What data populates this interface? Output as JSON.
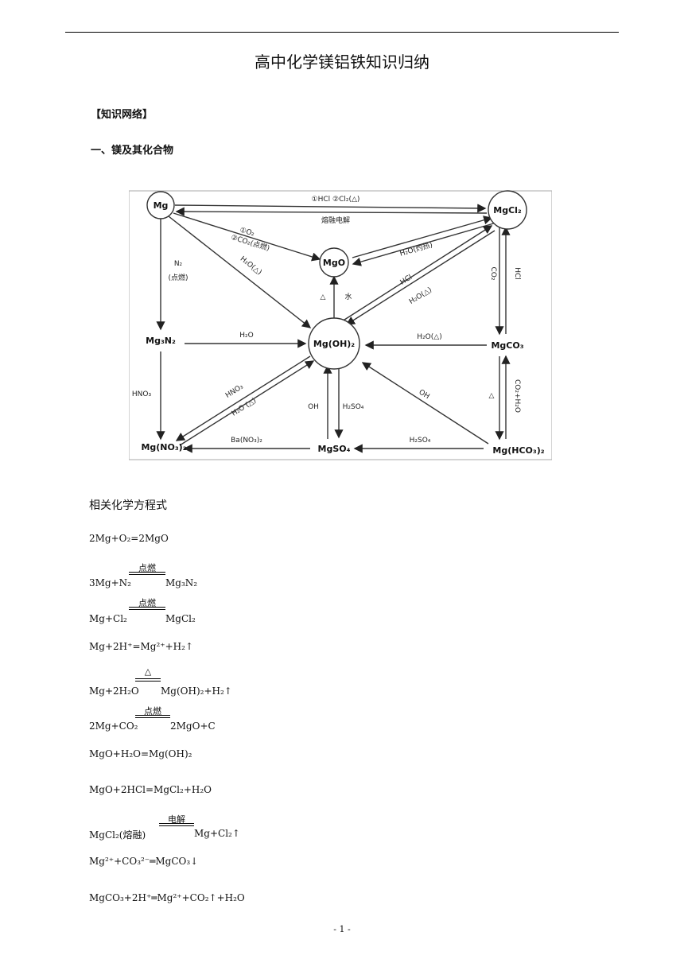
{
  "title": "高中化学镁铝铁知识归纳",
  "section_header": "【知识网络】",
  "section_one": "一、镁及其化合物",
  "diagram": {
    "nodes": {
      "mg": "Mg",
      "mgcl2": "MgCl₂",
      "mgo": "MgO",
      "mg3n2": "Mg₃N₂",
      "mgoh2": "Mg(OH)₂",
      "mgco3": "MgCO₃",
      "mgno32": "Mg(NO₃)₂",
      "mgso4": "MgSO₄",
      "mghco32": "Mg(HCO₃)₂"
    },
    "edges": {
      "mg_mgcl2_top": "①HCl  ②Cl₂(△)",
      "mgcl2_mg_bottom": "熔融电解",
      "mg_mgo_1": "①O₂",
      "mg_mgo_2": "②CO₂(点燃)",
      "mg_mgoh2": "H₂O(△)",
      "mg_mg3n2": "N₂",
      "mg_mg3n2_2": "(点燃)",
      "mgo_mgcl2": "H₂O(灼热)",
      "mgoh2_mgcl2_1": "HCl",
      "mgoh2_mgcl2_2": "H₂O(△)",
      "mgoh2_mgo_1": "△",
      "mgoh2_mgo_2": "水",
      "mgcl2_mgco3_1": "CO₂",
      "mgcl2_mgco3_2": "HCl",
      "mg3n2_mgoh2": "H₂O",
      "mgco3_mgoh2": "H₂O(△)",
      "mg3n2_mgno32": "HNO₃",
      "mgoh2_mgno32_1": "HNO₃",
      "mgoh2_mgno32_2": "H₂O (△)",
      "mgso4_mgoh2_1": "OH",
      "mgso4_mgoh2_2": "H₂SO₄",
      "mghco32_mgoh2": "OH",
      "mgco3_mghco32_1": "△",
      "mgco3_mghco32_2": "CO₂+H₂O",
      "mgso4_mgno32": "Ba(NO₃)₂",
      "mghco32_mgso4": "H₂SO₄"
    }
  },
  "equations_label": "相关化学方程式",
  "equations": {
    "e1": {
      "main": "2Mg+O₂=2MgO"
    },
    "e2": {
      "left": "3Mg+N₂",
      "cond": "点燃",
      "right": "Mg₃N₂"
    },
    "e3": {
      "left": "Mg+Cl₂",
      "cond": "点燃",
      "right": "MgCl₂"
    },
    "e4": {
      "main": "Mg+2H⁺=Mg²⁺+H₂↑"
    },
    "e5": {
      "left": "Mg+2H₂O",
      "cond": "△",
      "right": "Mg(OH)₂+H₂↑"
    },
    "e6": {
      "left": "2Mg+CO₂",
      "cond": "点燃",
      "right": "2MgO+C"
    },
    "e7": {
      "main": "MgO+H₂O=Mg(OH)₂"
    },
    "e8": {
      "main": "MgO+2HCl=MgCl₂+H₂O"
    },
    "e9": {
      "left": "MgCl₂(熔融)",
      "cond": "电解",
      "right": "Mg+Cl₂↑"
    },
    "e10": {
      "main": "Mg²⁺+CO₃²⁻═MgCO₃↓"
    },
    "e11": {
      "main": "MgCO₃+2H⁺═Mg²⁺+CO₂↑+H₂O"
    }
  },
  "page_number": "- 1 -"
}
